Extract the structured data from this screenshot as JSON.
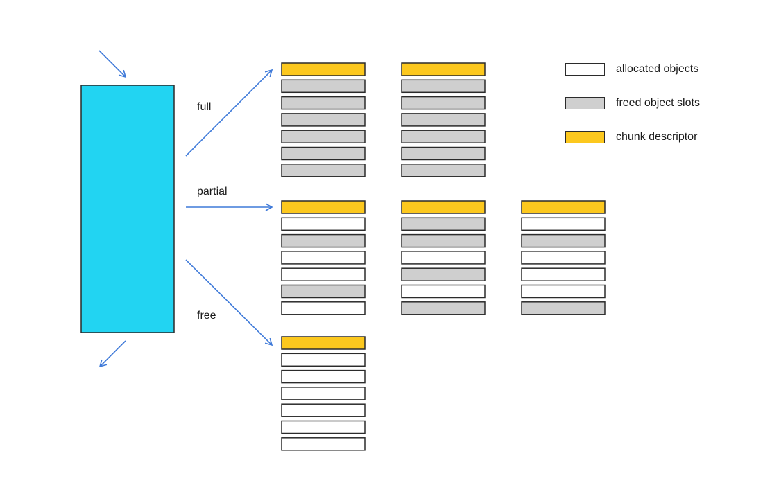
{
  "colors": {
    "slab": "#22d4f2",
    "allocated": "#ffffff",
    "freed": "#cfcfcf",
    "descriptor": "#fcc81e",
    "arrow": "#3f7ad9",
    "outline": "#2b2b2b"
  },
  "lists": {
    "full": "full",
    "partial": "partial",
    "free": "free"
  },
  "legend": {
    "allocated": "allocated objects",
    "freed": "freed object slots",
    "descriptor": "chunk descriptor"
  },
  "groups": [
    {
      "name": "full",
      "chunks": [
        [
          "freed",
          "freed",
          "freed",
          "freed",
          "freed",
          "freed"
        ],
        [
          "freed",
          "freed",
          "freed",
          "freed",
          "freed",
          "freed"
        ]
      ]
    },
    {
      "name": "partial",
      "chunks": [
        [
          "allocated",
          "freed",
          "allocated",
          "allocated",
          "freed",
          "allocated"
        ],
        [
          "freed",
          "freed",
          "allocated",
          "freed",
          "allocated",
          "freed"
        ],
        [
          "allocated",
          "freed",
          "allocated",
          "allocated",
          "allocated",
          "freed"
        ]
      ]
    },
    {
      "name": "free",
      "chunks": [
        [
          "allocated",
          "allocated",
          "allocated",
          "allocated",
          "allocated",
          "allocated"
        ]
      ]
    }
  ]
}
